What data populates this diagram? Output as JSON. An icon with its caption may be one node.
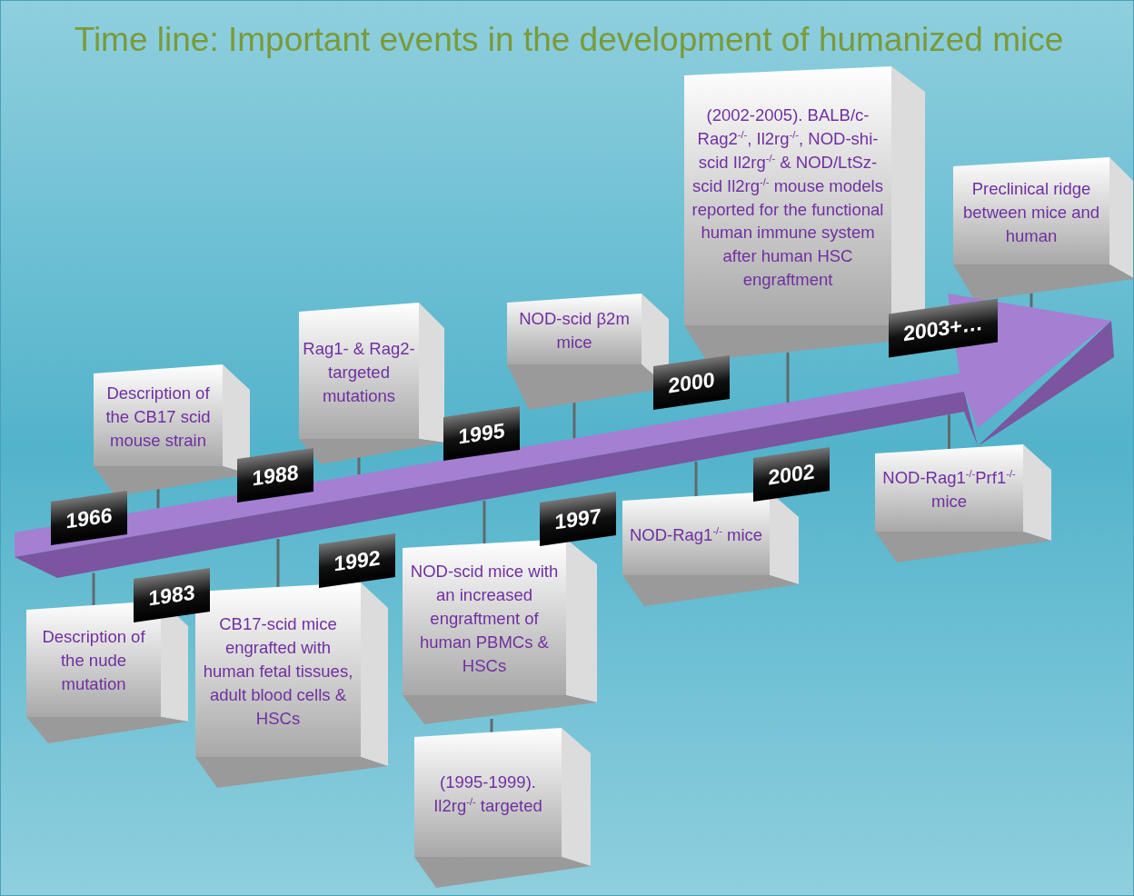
{
  "diagram": {
    "title": "Time line: Important events in the development of humanized mice",
    "nodes": [
      {
        "text": [
          "Description of the CB17 scid mouse strain"
        ]
      },
      {
        "text": [
          "Rag1- & Rag2- targeted mutations"
        ]
      },
      {
        "text": [
          "NOD-scid β2m mice"
        ]
      },
      {
        "text": [
          "(2002-2005). BALB/c-Rag2$^{-/-}$, Il2rg$^{-/-}$, NOD-shi-scid Il2rg$^{-/-}$ & NOD/LtSz-scid Il2rg$^{-/-}$ mouse models reported for the functional human immune system after human HSC engraftment"
        ]
      },
      {
        "text": [
          "Preclinical ridge between mice and human"
        ]
      },
      {
        "text": [
          "Description of the nude mutation"
        ]
      },
      {
        "text": [
          "CB17-scid mice engrafted with human fetal tissues, adult blood cells & HSCs"
        ]
      },
      {
        "text": [
          "NOD-scid mice with an increased engraftment of human PBMCs & HSCs"
        ]
      },
      {
        "text": [
          "(1995-1999). Il2rg$^{-/-}$ targeted"
        ]
      },
      {
        "text": [
          "NOD-Rag1$^{-/-}$ mice"
        ]
      },
      {
        "text": [
          "NOD-Rag1$^{-/-}$Prf1$^{-/-}$ mice"
        ]
      },
      {
        "text": [],
        "shape": "arrow"
      }
    ],
    "edges": [
      {
        "from": 0,
        "to": 11,
        "arrow": "none"
      },
      {
        "from": 1,
        "to": 11,
        "arrow": "none"
      },
      {
        "from": 2,
        "to": 11,
        "arrow": "none"
      },
      {
        "from": 3,
        "to": 11,
        "arrow": "none"
      },
      {
        "from": 4,
        "to": 11,
        "arrow": "none"
      },
      {
        "from": 5,
        "to": 11,
        "arrow": "none"
      },
      {
        "from": 6,
        "to": 11,
        "arrow": "none"
      },
      {
        "from": 7,
        "to": 11,
        "arrow": "none"
      },
      {
        "from": 7,
        "to": 8,
        "arrow": "none"
      },
      {
        "from": 9,
        "to": 11,
        "arrow": "none"
      },
      {
        "from": 10,
        "to": 11,
        "arrow": "none"
      }
    ],
    "labels": [
      "1966",
      "1983",
      "1988",
      "1992",
      "1995",
      "1997",
      "2000",
      "2002",
      "2003+…"
    ]
  }
}
